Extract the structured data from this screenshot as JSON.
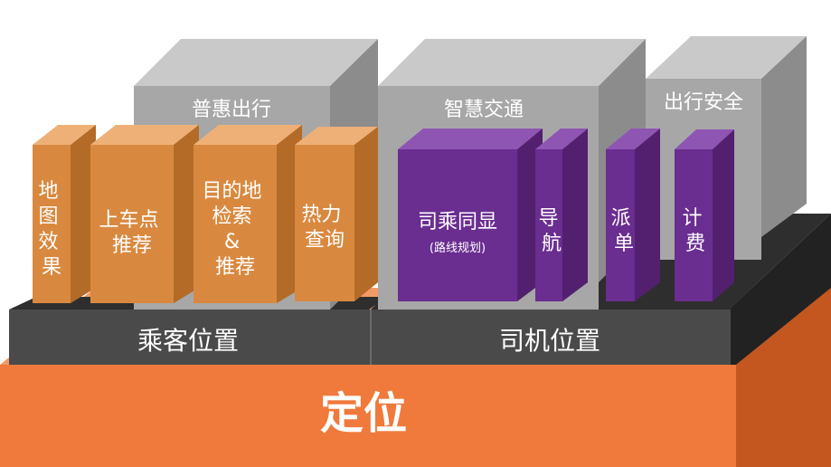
{
  "colors": {
    "orange_front": "#ef7a3b",
    "orange_side": "#c4571f",
    "orange_top": "#f39a66",
    "dark_front": "#4a4a4a",
    "dark_top": "#2e2e2e",
    "dark_side": "#222222",
    "gray_front": "#a7a7a7",
    "gray_top": "#c9c9c9",
    "gray_side": "#8c8c8c",
    "amber_front": "#d9893f",
    "amber_top": "#eeb077",
    "amber_side": "#b36b27",
    "purple_front": "#6a2d90",
    "purple_top": "#8e55b3",
    "purple_side": "#52206f",
    "text_light": "#ffffff",
    "text_dark": "#222222"
  },
  "base": {
    "label": "定位"
  },
  "layers": {
    "passenger": {
      "label": "乘客位置"
    },
    "driver": {
      "label": "司机位置"
    }
  },
  "scenarios": [
    {
      "id": "puhui",
      "label": "普惠出行"
    },
    {
      "id": "zhihui",
      "label": "智慧交通"
    },
    {
      "id": "anquan",
      "label": "出行安全"
    }
  ],
  "passenger_features": [
    {
      "id": "ditu",
      "lines": [
        "地",
        "图",
        "效",
        "果"
      ]
    },
    {
      "id": "shangchedian",
      "lines": [
        "上车点",
        "推荐"
      ]
    },
    {
      "id": "mudidi",
      "lines": [
        "目的地",
        "检索",
        "&",
        "推荐"
      ]
    },
    {
      "id": "reli",
      "lines": [
        "热力",
        "查询"
      ]
    }
  ],
  "driver_features": [
    {
      "id": "sicheng",
      "lines": [
        "司乘同显"
      ],
      "sub": "(路线规划)"
    },
    {
      "id": "daohang",
      "lines": [
        "导",
        "航"
      ]
    },
    {
      "id": "paidan",
      "lines": [
        "派",
        "单"
      ]
    },
    {
      "id": "jifei",
      "lines": [
        "计",
        "费"
      ]
    }
  ]
}
